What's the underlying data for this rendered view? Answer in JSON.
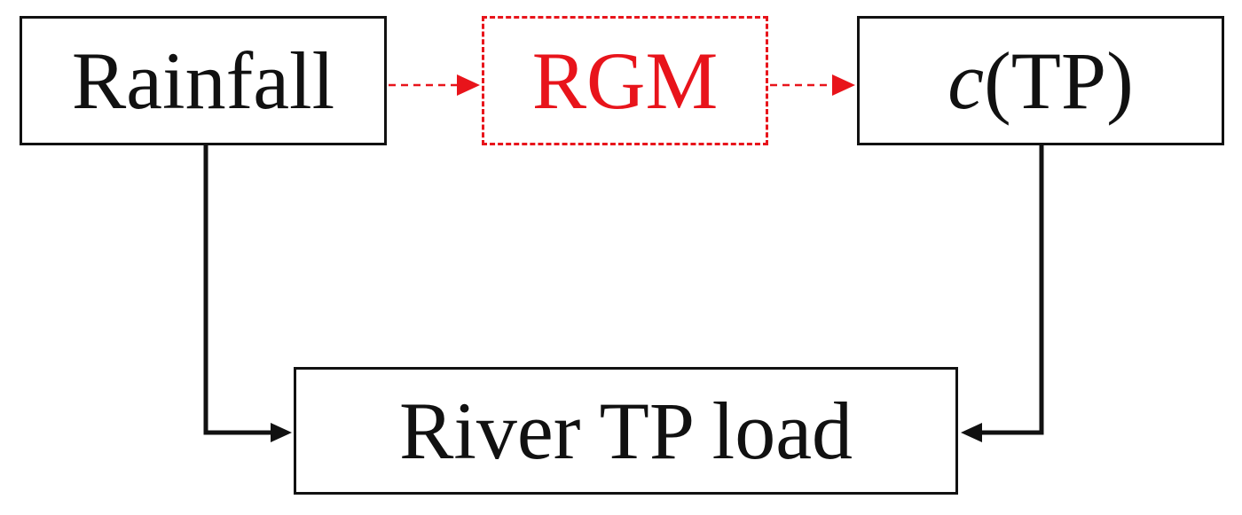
{
  "nodes": {
    "rainfall": {
      "label": "Rainfall"
    },
    "rgm": {
      "label": "RGM"
    },
    "ctp": {
      "label_italic": "c",
      "label_rest": "(TP)"
    },
    "river": {
      "label": "River TP load"
    }
  },
  "edges": [
    {
      "from": "rainfall",
      "to": "rgm",
      "style": "dashed"
    },
    {
      "from": "rgm",
      "to": "ctp",
      "style": "dashed"
    },
    {
      "from": "rainfall",
      "to": "river",
      "style": "solid"
    },
    {
      "from": "ctp",
      "to": "river",
      "style": "solid"
    }
  ],
  "colors": {
    "highlight": "#e8141b",
    "line": "#111111"
  }
}
